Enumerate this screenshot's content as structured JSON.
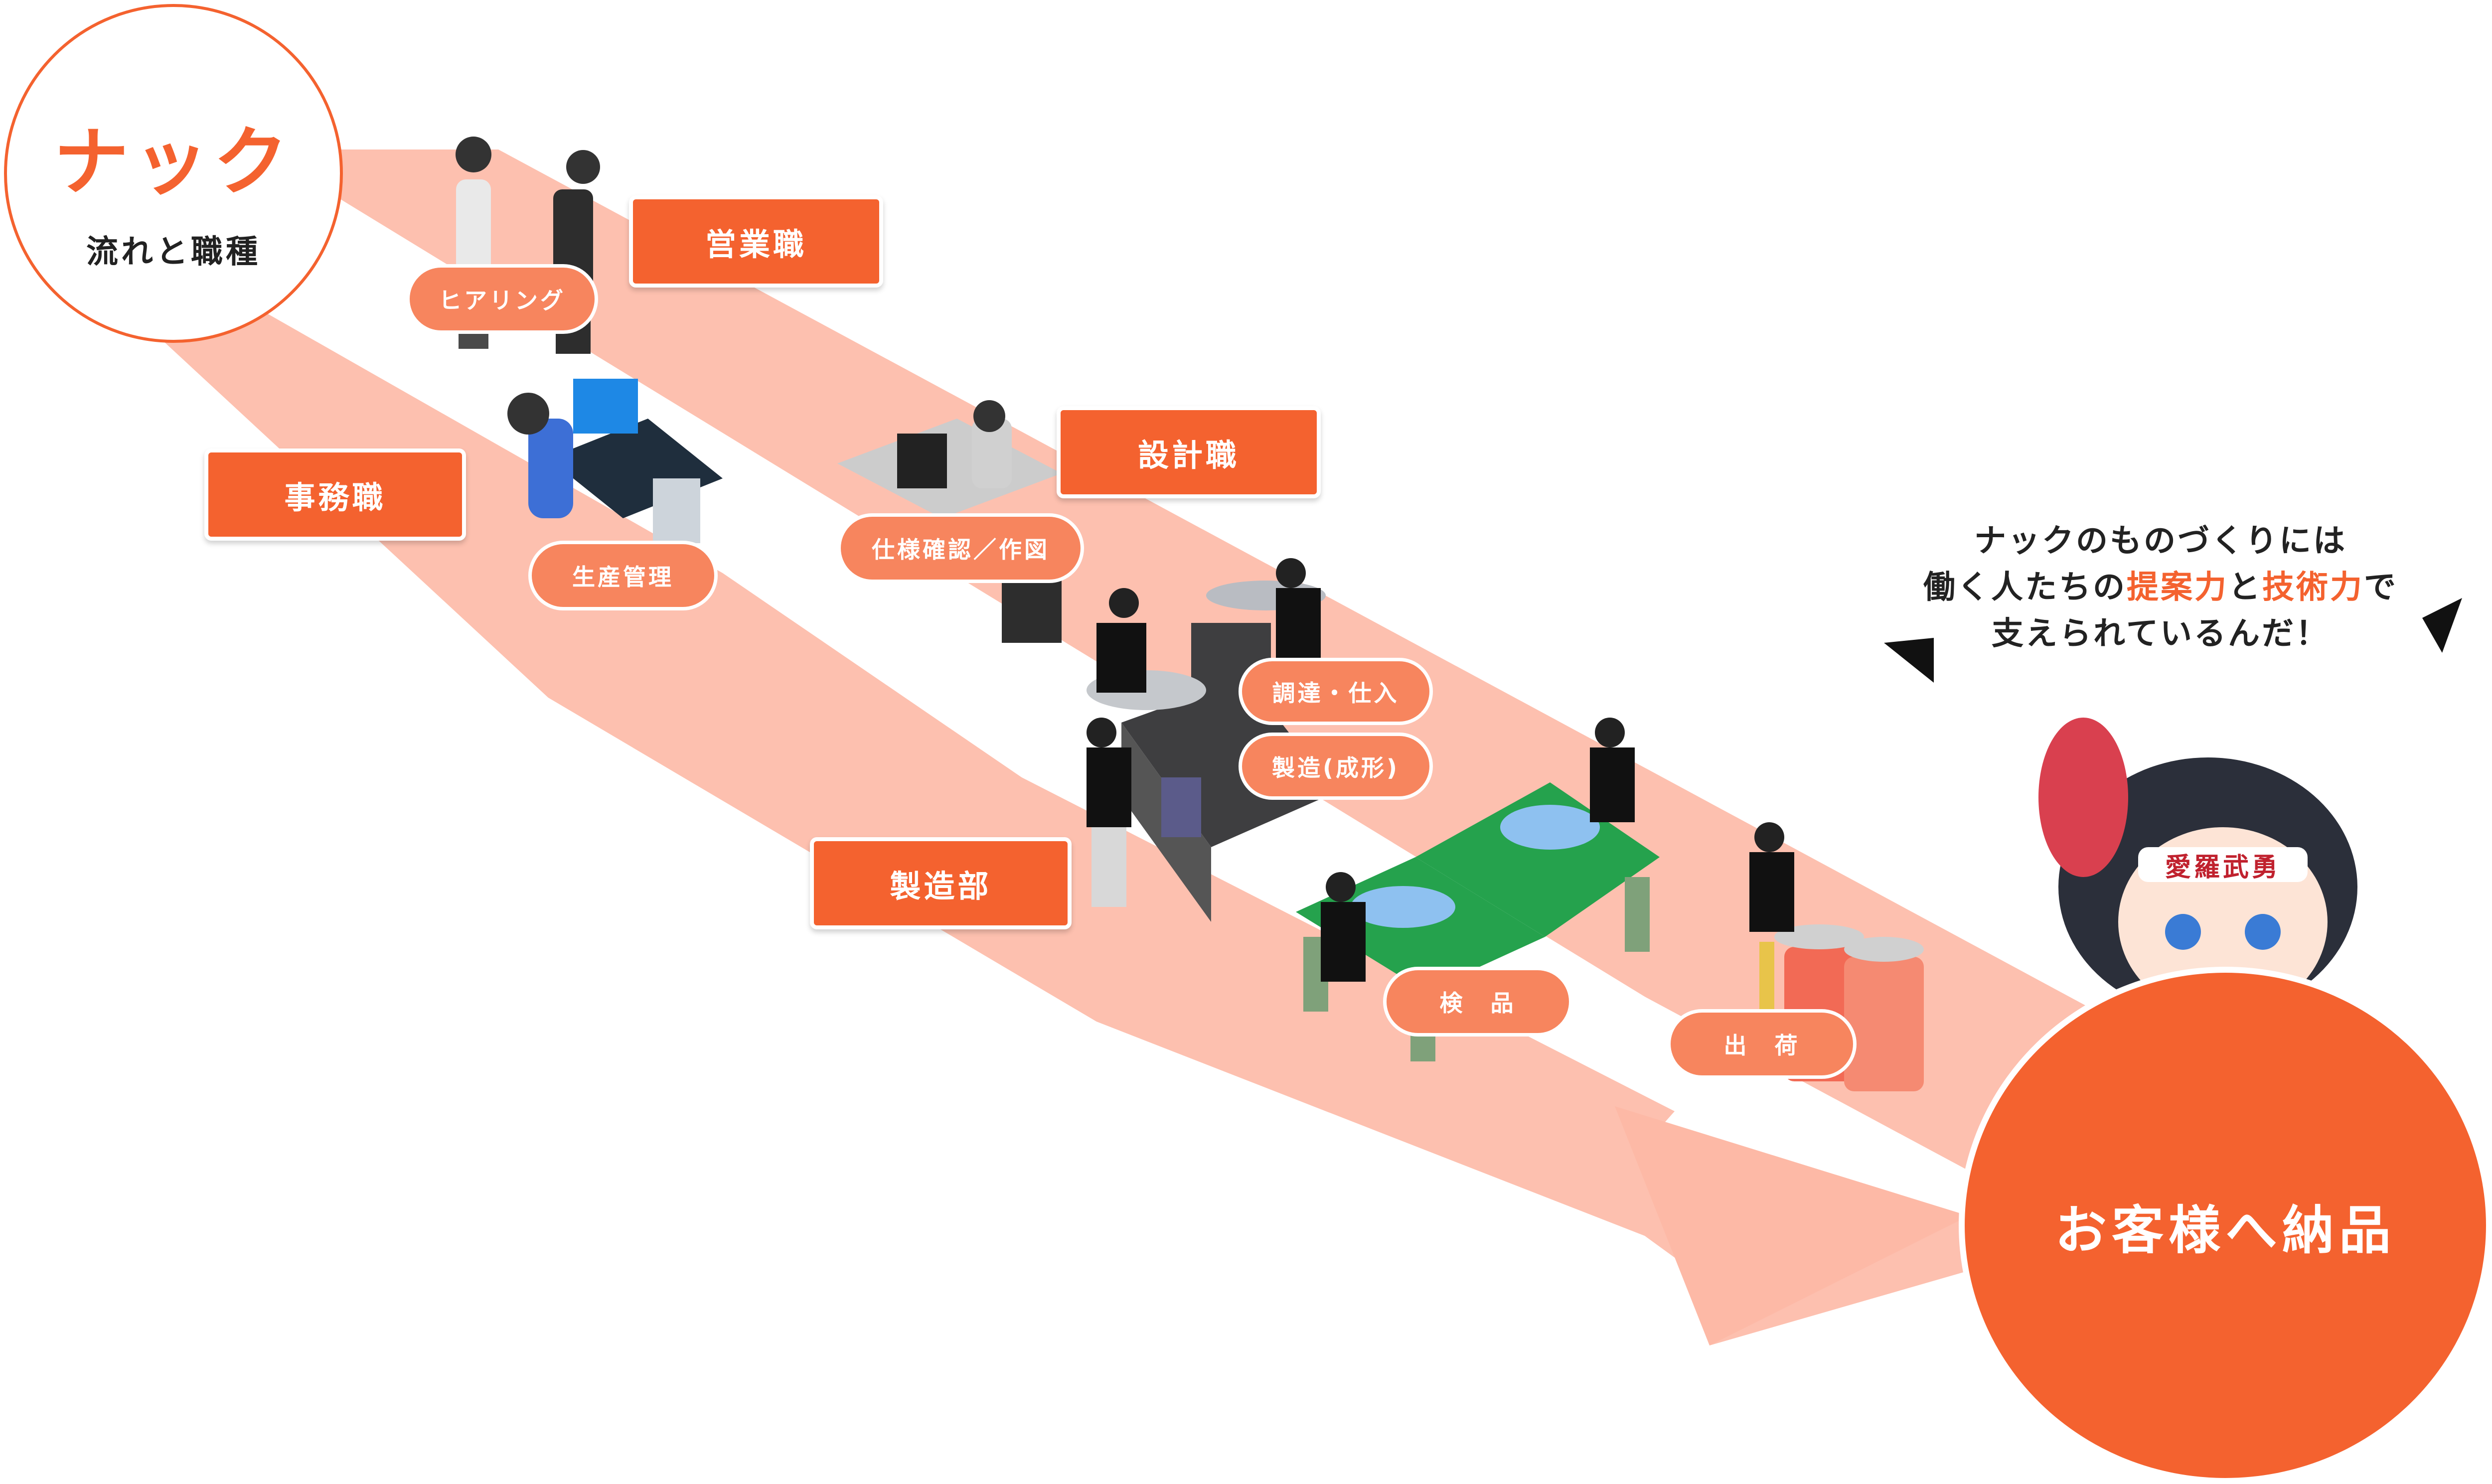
{
  "logo": {
    "brand": "ナック",
    "subtitle": "流れと職種"
  },
  "departments": {
    "sales": "営業職",
    "office": "事務職",
    "design": "設計職",
    "manufacturing": "製造部"
  },
  "tasks": {
    "hearing": "ヒアリング",
    "production_management": "生産管理",
    "spec_check": "仕様確認／作図",
    "procurement": "調達・仕入",
    "forming": "製造(成形)",
    "inspection": "検　品",
    "shipping": "出　荷"
  },
  "delivery": "お客様へ納品",
  "speech": {
    "line1": "ナックのものづくりには",
    "line2_a": "働く人たちの",
    "line2_b": "提案力",
    "line2_c": "と",
    "line2_d": "技術力",
    "line2_e": "で",
    "line3": "支えられているんだ！"
  },
  "mascot_band": "愛羅武勇",
  "colors": {
    "accent": "#f4622f",
    "task_pill": "#f7855e",
    "flow": "#fdb9a6",
    "table": "#25a24d",
    "machine": "#3e3e40"
  }
}
